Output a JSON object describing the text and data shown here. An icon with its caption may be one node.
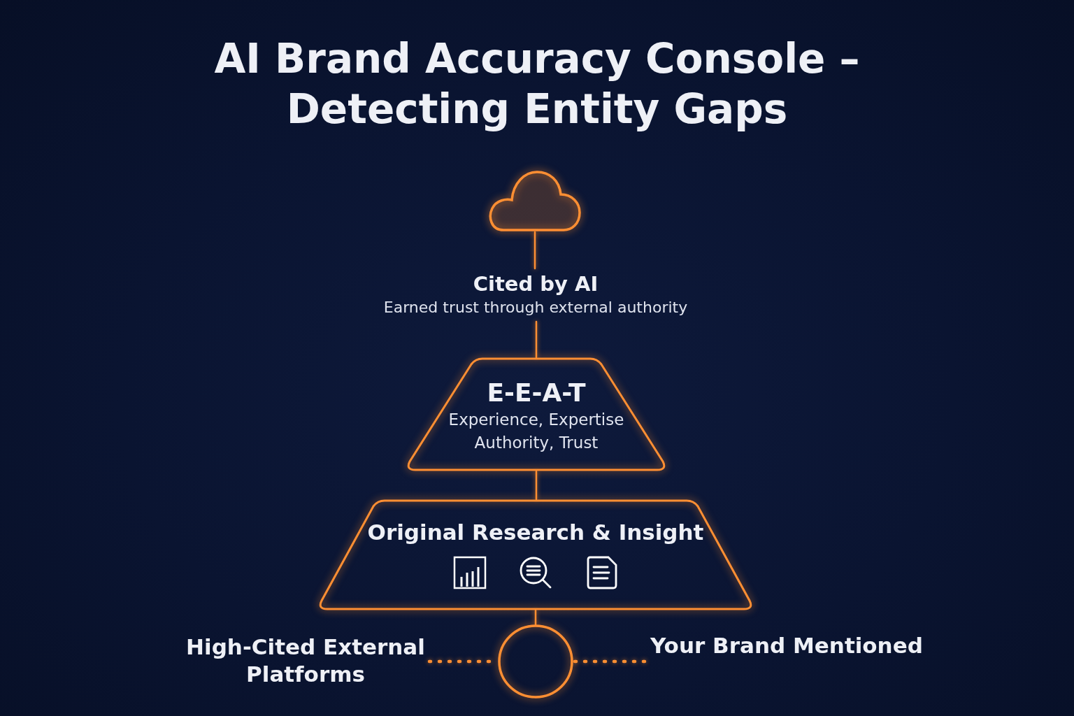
{
  "diagram": {
    "title": "AI Brand Accuracy Console – Detecting Entity Gaps",
    "nodes": [
      {
        "text": [],
        "shape": "cloud"
      },
      {
        "text": [
          "Cited by AI",
          "Earned trust through external authority"
        ]
      },
      {
        "text": [
          "E-E-A-T",
          "Experience, Expertise Authority, Trust"
        ]
      },
      {
        "text": [
          "Original Research & Insight"
        ]
      },
      {
        "text": [],
        "shape": "circle"
      },
      {
        "text": [
          "High-Cited External Platforms"
        ]
      },
      {
        "text": [
          "Your Brand Mentioned"
        ]
      }
    ],
    "edges": [
      {
        "from": 0,
        "to": 1,
        "arrow": "none"
      },
      {
        "from": 1,
        "to": 2,
        "arrow": "none"
      },
      {
        "from": 2,
        "to": 3,
        "arrow": "none"
      },
      {
        "from": 3,
        "to": 4,
        "arrow": "none"
      },
      {
        "from": 5,
        "to": 4,
        "arrow": "none",
        "style": "dashed"
      },
      {
        "from": 4,
        "to": 6,
        "arrow": "none",
        "style": "dashed"
      }
    ]
  }
}
